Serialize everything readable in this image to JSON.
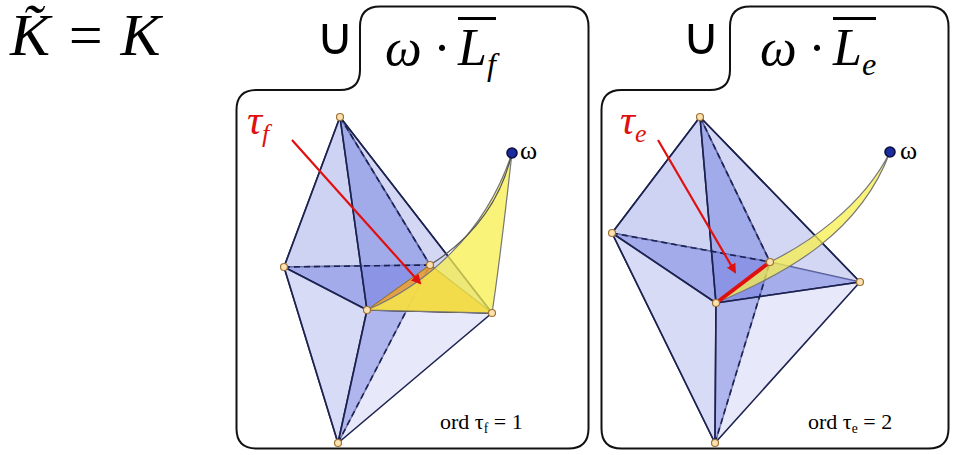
{
  "diagram": {
    "nodes": [
      {
        "text": [
          "ω ·",
          "L",
          "f",
          "τ",
          "f",
          "ω",
          "ord τ",
          "f",
          "= 1"
        ]
      },
      {
        "text": [
          "ω ·",
          "L",
          "e",
          "τ",
          "e",
          "ω",
          "ord τ",
          "e",
          "= 2"
        ]
      }
    ],
    "labels": [
      "K̃ = K",
      "∪",
      "∪"
    ]
  }
}
